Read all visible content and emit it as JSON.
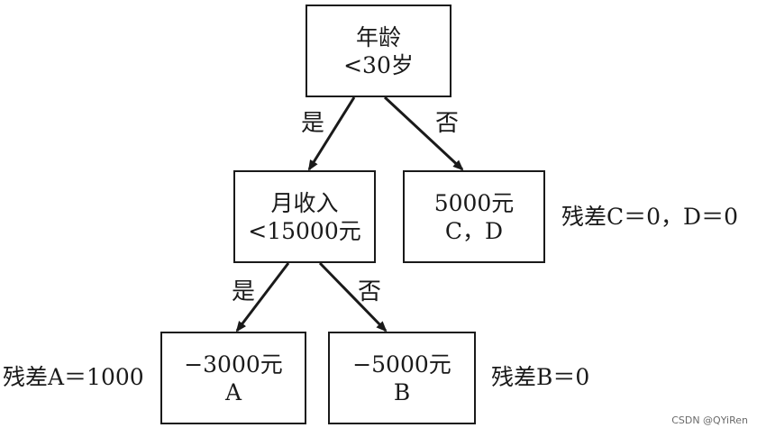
{
  "nodes": {
    "root": {
      "line1": "年龄",
      "line2": "<30岁"
    },
    "income": {
      "line1": "月收入",
      "line2": "<15000元"
    },
    "leaf_cd": {
      "line1": "5000元",
      "line2": "C，D"
    },
    "leaf_a": {
      "line1": "−3000元",
      "line2": "A"
    },
    "leaf_b": {
      "line1": "−5000元",
      "line2": "B"
    }
  },
  "edges": {
    "root_yes": "是",
    "root_no": "否",
    "income_yes": "是",
    "income_no": "否"
  },
  "residuals": {
    "cd": "残差C＝0，D＝0",
    "a": "残差A＝1000",
    "b": "残差B＝0"
  },
  "watermark": "CSDN @QYiRen",
  "colors": {
    "stroke": "#1a1a1a",
    "background": "#ffffff"
  }
}
